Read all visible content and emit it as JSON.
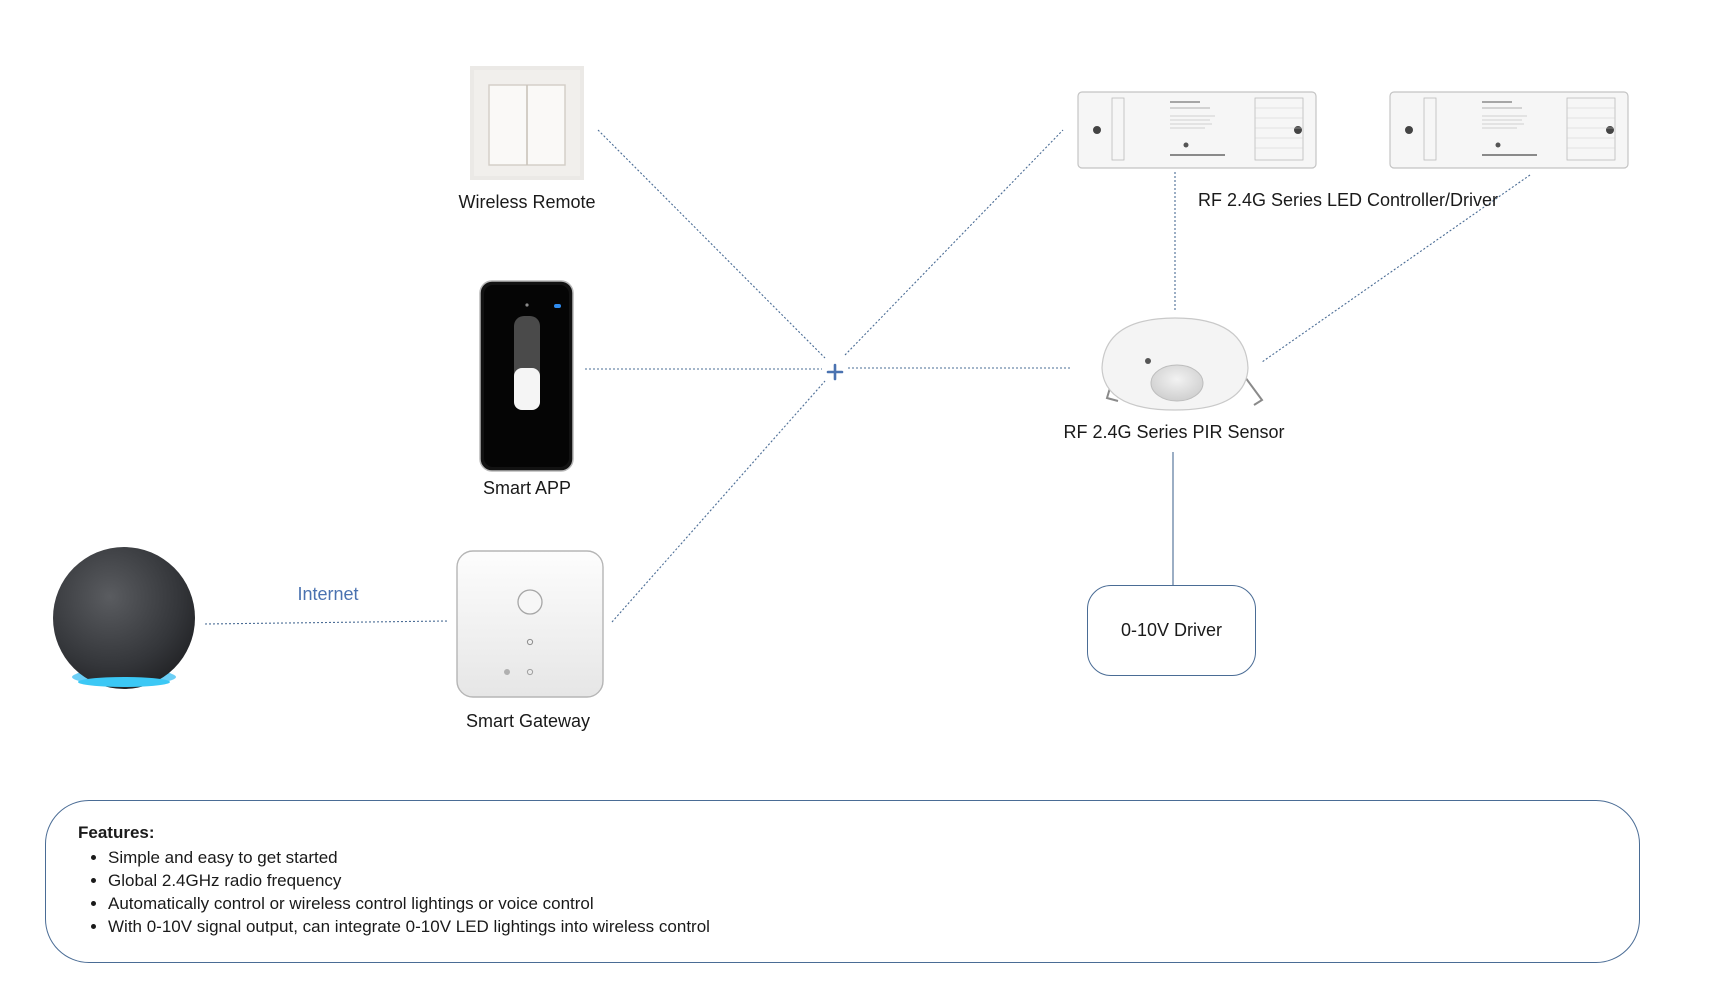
{
  "nodes": {
    "wireless_remote": "Wireless Remote",
    "smart_app": "Smart APP",
    "smart_gateway": "Smart Gateway",
    "internet": "Internet",
    "controller": "RF 2.4G Series LED Controller/Driver",
    "pir_sensor": "RF 2.4G Series PIR Sensor",
    "driver": "0-10V Driver"
  },
  "features": {
    "title": "Features:",
    "items": [
      "Simple and easy to get started",
      "Global 2.4GHz radio frequency",
      "Automatically control or wireless control lightings or voice control",
      "With 0-10V signal output, can integrate 0-10V LED lightings into wireless control"
    ]
  },
  "colors": {
    "line": "#4a6c95",
    "hub": "#4a72b0",
    "speaker_ring": "#4fc3f7"
  }
}
